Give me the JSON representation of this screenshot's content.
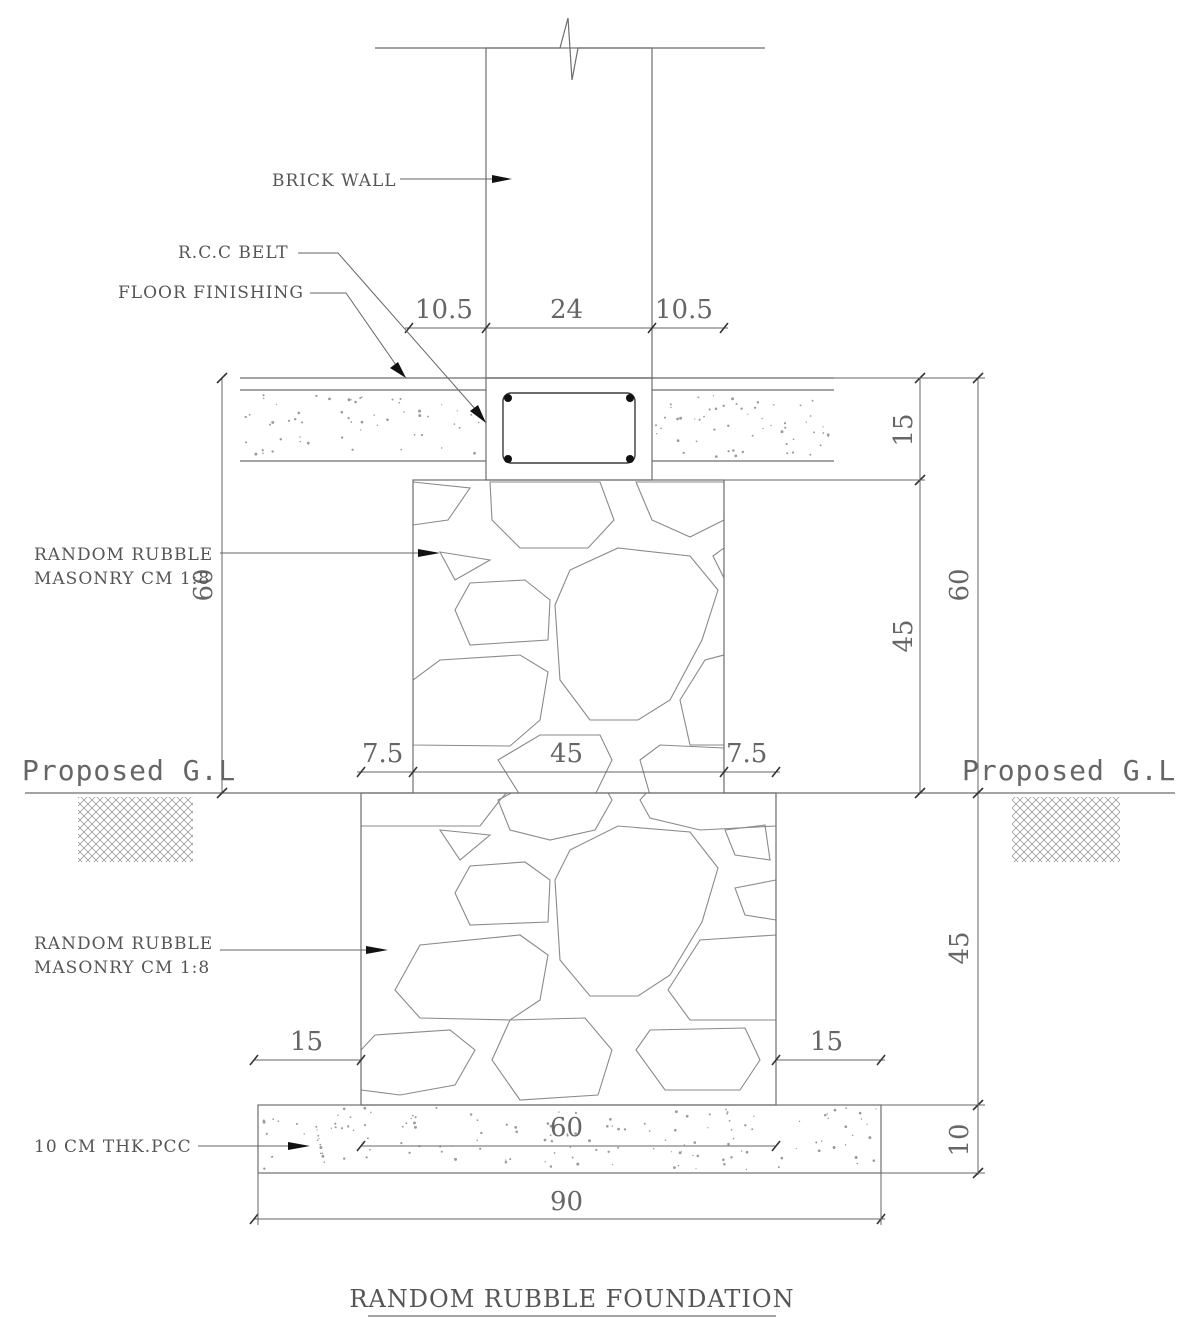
{
  "labels": {
    "brick_wall": "BRICK WALL",
    "rcc_belt": "R.C.C BELT",
    "floor_finishing": "FLOOR FINISHING",
    "rrm_upper_line1": "RANDOM RUBBLE",
    "rrm_upper_line2": "MASONRY CM 1:8",
    "rrm_lower_line1": "RANDOM RUBBLE",
    "rrm_lower_line2": "MASONRY CM 1:8",
    "pcc": "10 CM THK.PCC",
    "gl_left": "Proposed G.L",
    "gl_right": "Proposed G.L",
    "stray_left_dim": "60"
  },
  "dimensions": {
    "wall_offset_left": "10.5",
    "wall_width": "24",
    "wall_offset_right": "10.5",
    "belt_height": "15",
    "above_gl_total": "60",
    "upper_masonry_height": "45",
    "step_left": "7.5",
    "upper_masonry_width": "45",
    "step_right": "7.5",
    "lower_masonry_height": "45",
    "pcc_offset_left": "15",
    "pcc_offset_right": "15",
    "lower_masonry_width": "60",
    "pcc_height": "10",
    "pcc_width": "90"
  },
  "title": "RANDOM RUBBLE FOUNDATION"
}
